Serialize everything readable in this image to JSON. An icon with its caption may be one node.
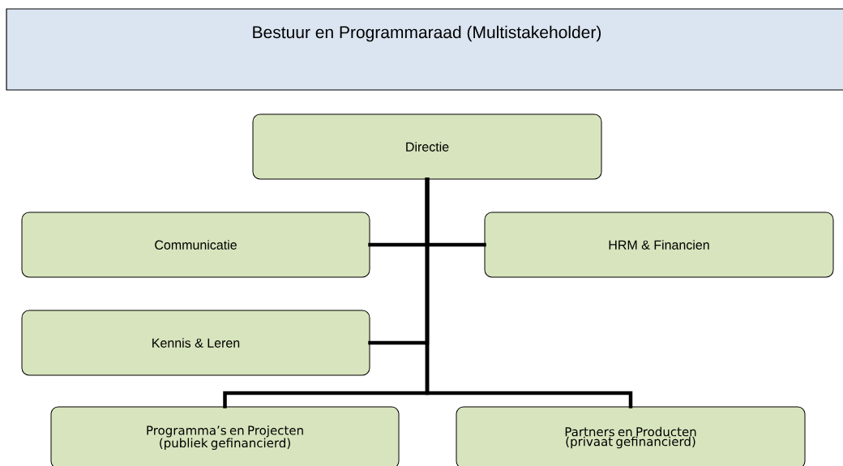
{
  "diagram": {
    "nodes": [
      {
        "text": [
          "Bestuur en Programmaraad (Multistakeholder)"
        ]
      },
      {
        "text": [
          "Directie"
        ]
      },
      {
        "text": [
          "Communicatie"
        ]
      },
      {
        "text": [
          "HRM  & Financien"
        ]
      },
      {
        "text": [
          "Kennis & Leren"
        ]
      },
      {
        "text": [
          "Programma’s en Projecten (publiek gefinancierd)"
        ]
      },
      {
        "text": [
          "Partners en Producten (privaat gefinancierd)"
        ]
      }
    ],
    "edges": [
      {
        "from": 1,
        "to": 2,
        "arrow": "none"
      },
      {
        "from": 1,
        "to": 3,
        "arrow": "none"
      },
      {
        "from": 1,
        "to": 4,
        "arrow": "none"
      },
      {
        "from": 1,
        "to": 5,
        "arrow": "none"
      },
      {
        "from": 1,
        "to": 6,
        "arrow": "none"
      }
    ]
  }
}
